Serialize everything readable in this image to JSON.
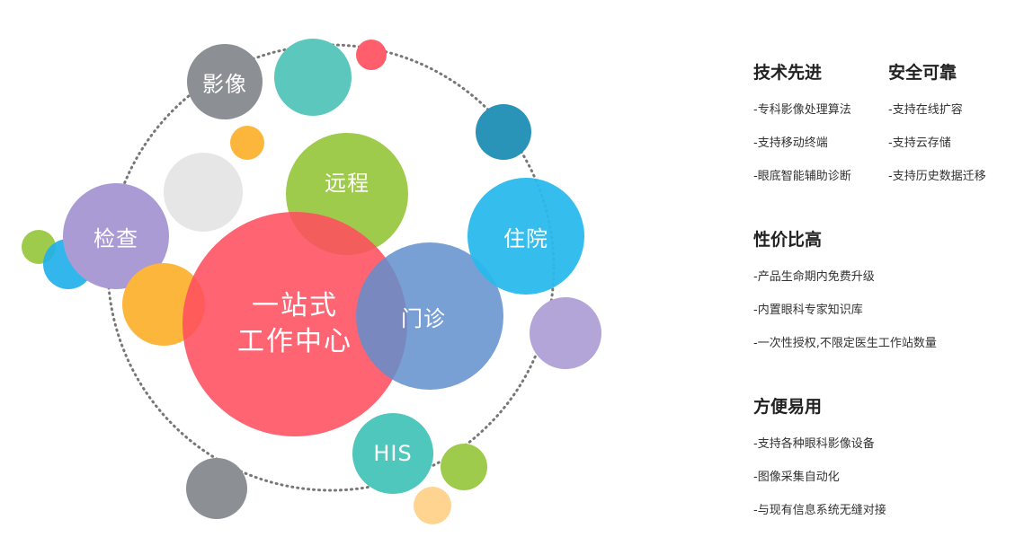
{
  "bubbles": {
    "center": [
      "一站式",
      "工作中心"
    ],
    "yingxiang": "影像",
    "yuancheng": "远程",
    "jiancha": "检查",
    "zhuyuan": "住院",
    "menzhen": "门诊",
    "his": "HIS"
  },
  "colors": {
    "center": "#ff5a6a",
    "yingxiang": "#8c8f93",
    "yuancheng": "#9fcb4d",
    "jiancha": "#ab9bd5",
    "zhuyuan": "#35bdec",
    "menzhen": "#6e97cf",
    "his": "#4fc7bd"
  },
  "features": [
    {
      "title": "技术先进",
      "items": [
        "-专科影像处理算法",
        "-支持移动终端",
        "-眼底智能辅助诊断"
      ]
    },
    {
      "title": "安全可靠",
      "items": [
        "-支持在线扩容",
        "-支持云存储",
        "-支持历史数据迁移"
      ]
    },
    {
      "title": "性价比高",
      "items": [
        "-产品生命期内免费升级",
        "-内置眼科专家知识库",
        "-一次性授权,不限定医生工作站数量"
      ]
    },
    {
      "title": "方便易用",
      "items": [
        "-支持各种眼科影像设备",
        "-图像采集自动化",
        "-与现有信息系统无缝对接"
      ]
    }
  ]
}
